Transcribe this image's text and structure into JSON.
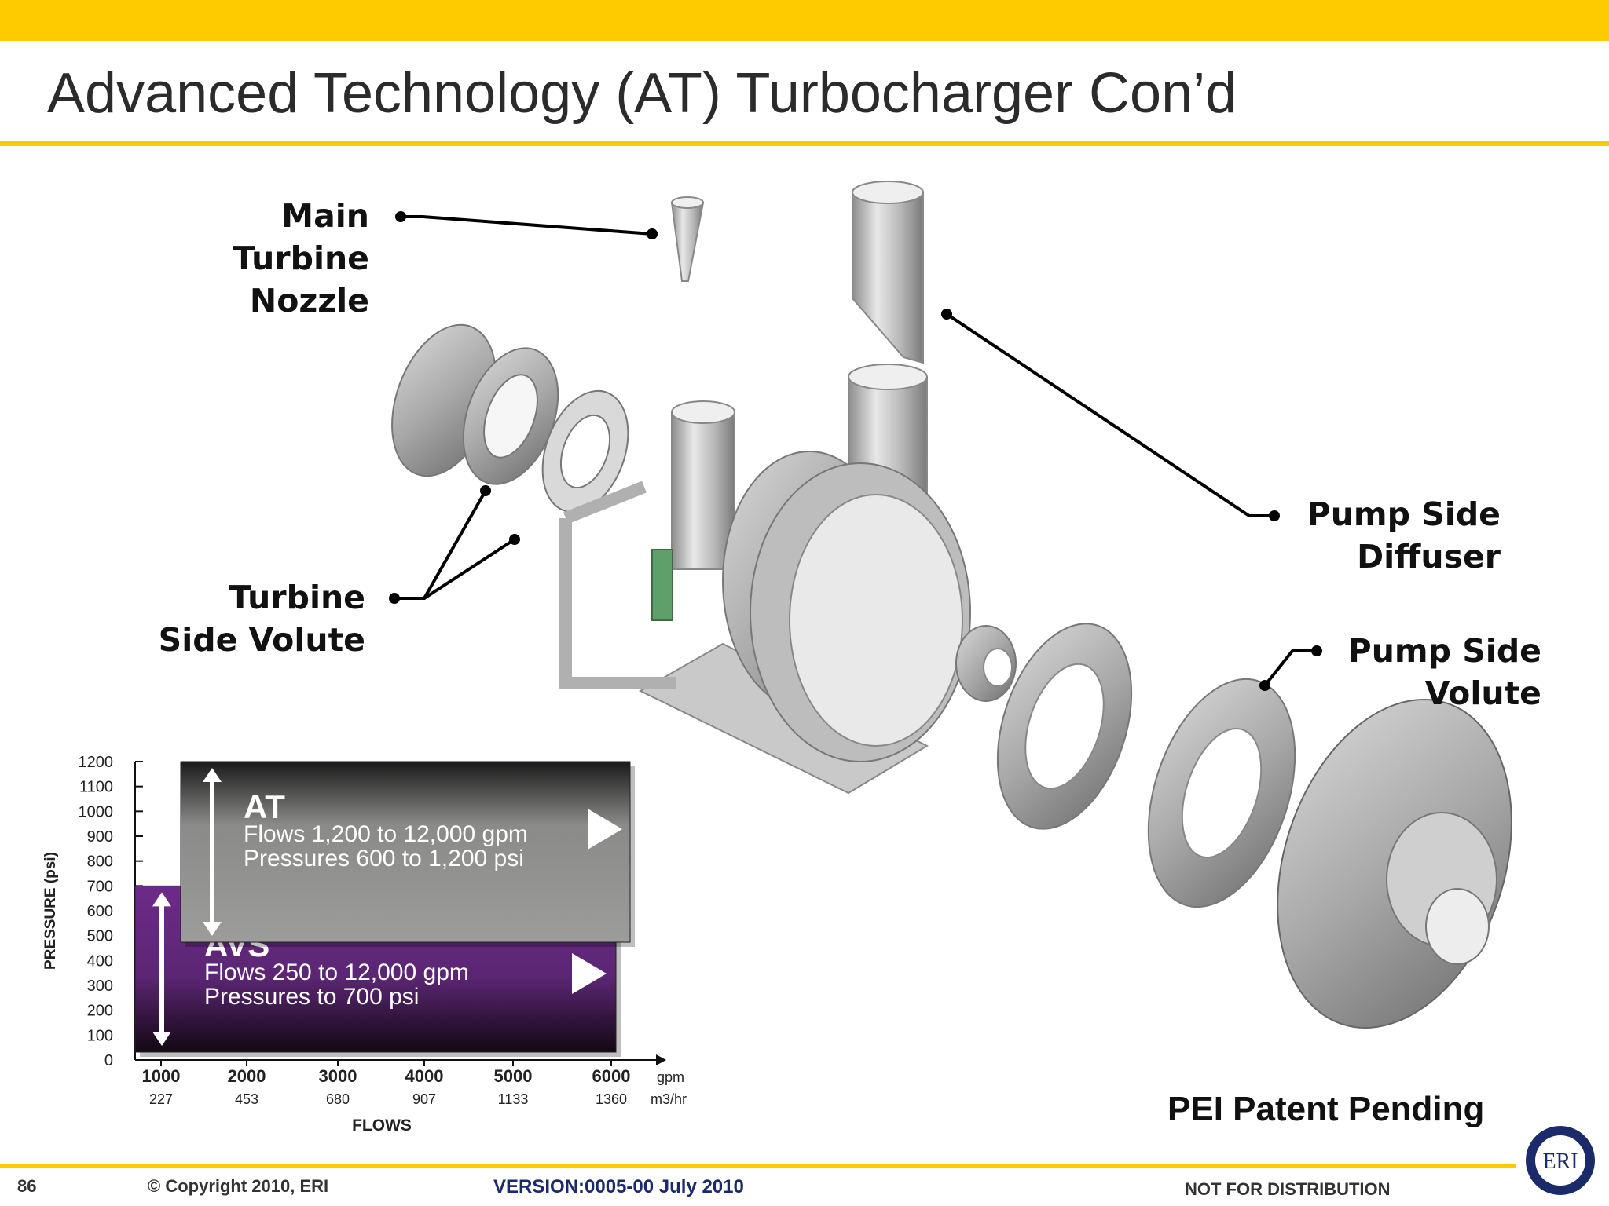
{
  "slide": {
    "title": "Advanced Technology (AT) Turbocharger Con’d",
    "page_number": "86",
    "copyright": "© Copyright 2010, ERI",
    "version": "VERSION:0005-00 July 2010",
    "distribution": "NOT FOR DISTRIBUTION",
    "patent": "PEI Patent Pending",
    "logo_text": "ERI"
  },
  "callouts": {
    "main_turbine_nozzle": [
      "Main",
      "Turbine",
      "Nozzle"
    ],
    "turbine_side_volute": [
      "Turbine",
      "Side Volute"
    ],
    "pump_side_diffuser": [
      "Pump Side",
      "Diffuser"
    ],
    "pump_side_volute": [
      "Pump Side",
      "Volute"
    ]
  },
  "chart_data": {
    "type": "bar",
    "ylabel": "PRESSURE (psi)",
    "xlabel": "FLOWS",
    "y_ticks": [
      0,
      100,
      200,
      300,
      400,
      500,
      600,
      700,
      800,
      900,
      1000,
      1100,
      1200
    ],
    "ylim": [
      0,
      1200
    ],
    "x_ticks_gpm": [
      "1000",
      "2000",
      "3000",
      "4000",
      "5000",
      "6000"
    ],
    "x_ticks_m3hr": [
      "227",
      "453",
      "680",
      "907",
      "1133",
      "1360"
    ],
    "x_unit_gpm": "gpm",
    "x_unit_m3hr": "m3/hr",
    "series": [
      {
        "name": "AT",
        "lines": [
          "Flows 1,200 to 12,000 gpm",
          "Pressures 600 to 1,200 psi"
        ],
        "pressure_range": [
          600,
          1200
        ],
        "color": "#7a7a78"
      },
      {
        "name": "AVS",
        "lines": [
          "Flows 250 to 12,000 gpm",
          "Pressures to 700 psi"
        ],
        "pressure_range": [
          0,
          700
        ],
        "color": "#6b2a86"
      }
    ]
  }
}
